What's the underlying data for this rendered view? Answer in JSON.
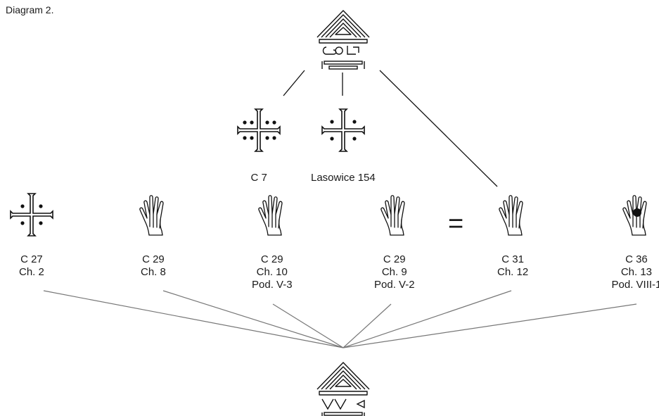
{
  "caption": "Diagram 2.",
  "equals_sign": "=",
  "top_emblem_icon": "house-emblem-with-ornament-icon",
  "bottom_emblem_icon": "house-emblem-with-vv-icon",
  "upper_nodes": [
    {
      "icon": "cross-with-dots-icon",
      "lines": [
        "C 7"
      ]
    },
    {
      "icon": "cross-with-dots-icon",
      "lines": [
        "Lasowice 154"
      ]
    }
  ],
  "lower_nodes": [
    {
      "icon": "cross-with-dots-icon",
      "lines": [
        "C 27",
        "Ch. 2"
      ]
    },
    {
      "icon": "hand-icon",
      "lines": [
        "C 29",
        "Ch. 8"
      ]
    },
    {
      "icon": "hand-icon",
      "lines": [
        "C 29",
        "Ch. 10",
        "Pod. V-3"
      ]
    },
    {
      "icon": "hand-icon",
      "lines": [
        "C 29",
        "Ch. 9",
        "Pod. V-2"
      ]
    },
    {
      "icon": "hand-icon",
      "lines": [
        "C 31",
        "Ch. 12"
      ]
    },
    {
      "icon": "hand-with-dot-icon",
      "lines": [
        "C 36",
        "Ch. 13",
        "Pod. VIII-1"
      ]
    }
  ]
}
